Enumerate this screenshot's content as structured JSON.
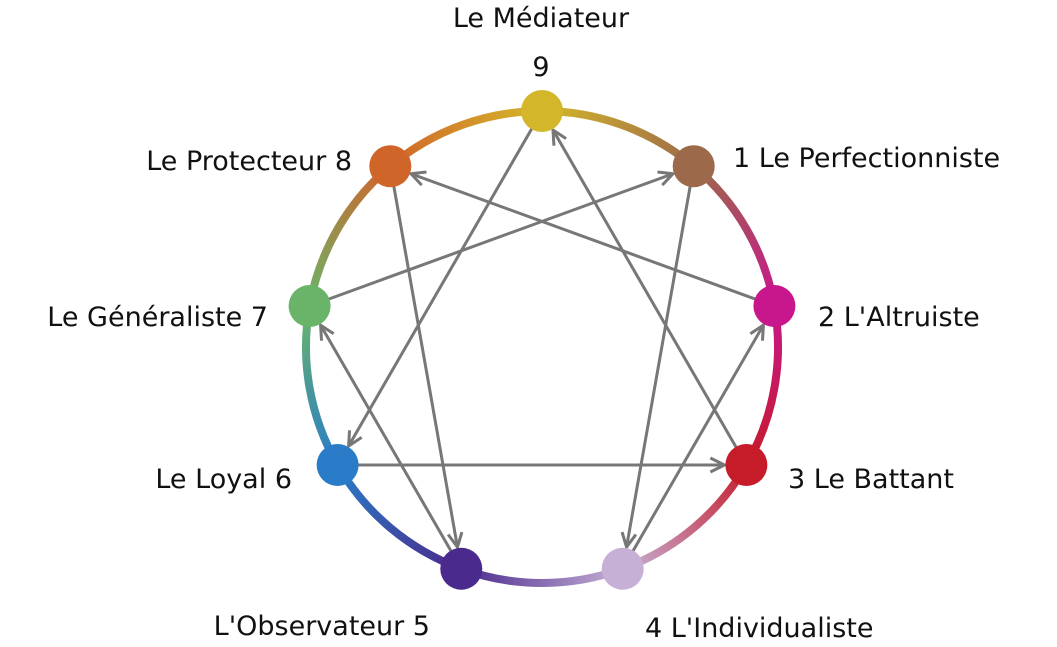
{
  "title": "Enneagram",
  "types": [
    {
      "num": "9",
      "name": "Le Médiateur",
      "color": "#d4b62a"
    },
    {
      "num": "1",
      "name": "Le Perfectionniste",
      "color": "#9c6a4a"
    },
    {
      "num": "2",
      "name": "L'Altruiste",
      "color": "#c8168c"
    },
    {
      "num": "3",
      "name": "Le Battant",
      "color": "#c61c2a"
    },
    {
      "num": "4",
      "name": "L'Individualiste",
      "color": "#c6b0d6"
    },
    {
      "num": "5",
      "name": "L'Observateur",
      "color": "#4a2a8c"
    },
    {
      "num": "6",
      "name": "Le Loyal",
      "color": "#2a7cc8"
    },
    {
      "num": "7",
      "name": "Le Généraliste",
      "color": "#6ab46a"
    },
    {
      "num": "8",
      "name": "Le Protecteur",
      "color": "#d0652a"
    }
  ],
  "labels": {
    "t9_name": "Le Médiateur",
    "t9_num": "9",
    "t1": "1 Le Perfectionniste",
    "t2": "2 L'Altruiste",
    "t3": "3 Le Battant",
    "t4": "4 L'Individualiste",
    "t5": "L'Observateur 5",
    "t6": "Le Loyal 6",
    "t7": "Le Généraliste 7",
    "t8": "Le Protecteur 8"
  },
  "arrows": [
    [
      "1",
      "4"
    ],
    [
      "4",
      "2"
    ],
    [
      "2",
      "8"
    ],
    [
      "8",
      "5"
    ],
    [
      "5",
      "7"
    ],
    [
      "7",
      "1"
    ],
    [
      "9",
      "6"
    ],
    [
      "6",
      "3"
    ],
    [
      "3",
      "9"
    ]
  ],
  "line_color": "#777777"
}
